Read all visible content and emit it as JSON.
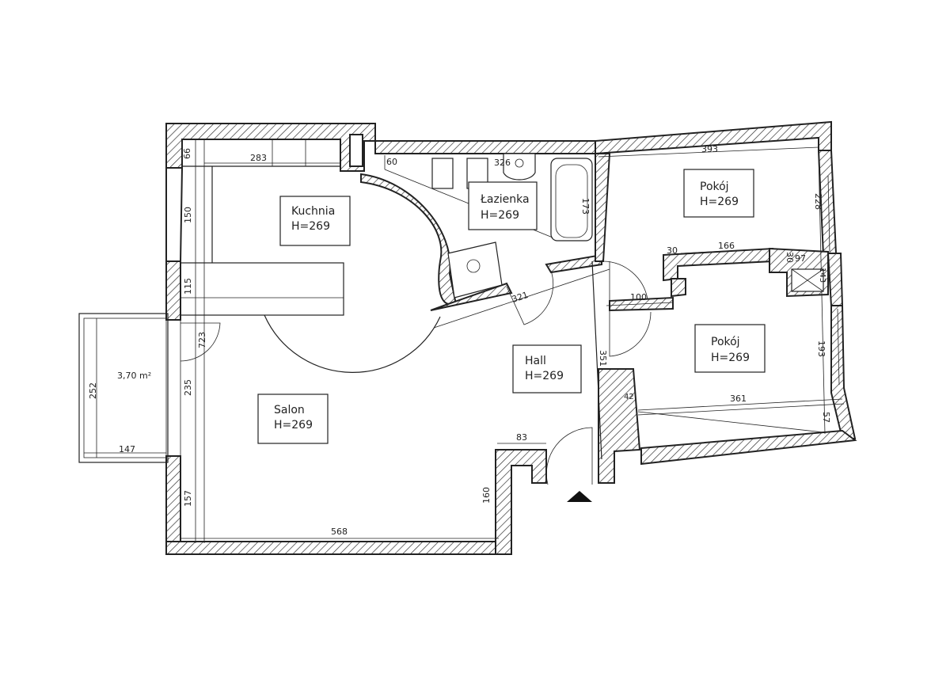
{
  "rooms": {
    "kuchnia": {
      "name": "Kuchnia",
      "height": "H=269"
    },
    "lazienka": {
      "name": "Łazienka",
      "height": "H=269"
    },
    "pokoj1": {
      "name": "Pokój",
      "height": "H=269"
    },
    "pokoj2": {
      "name": "Pokój",
      "height": "H=269"
    },
    "hall": {
      "name": "Hall",
      "height": "H=269"
    },
    "salon": {
      "name": "Salon",
      "height": "H=269"
    }
  },
  "balcony": {
    "area": "3,70 m²"
  },
  "dimensions": {
    "d66": "66",
    "d283": "283",
    "d150": "150",
    "d115": "115",
    "d723": "723",
    "d235": "235",
    "d157": "157",
    "d252": "252",
    "d147": "147",
    "d568": "568",
    "d160": "160",
    "d83": "83",
    "d60": "60",
    "d326": "326",
    "d173": "173",
    "d321": "321",
    "d100": "100",
    "d351": "351",
    "d42": "42",
    "d393": "393",
    "d228": "228",
    "d30a": "30",
    "d166": "166",
    "d30b": "30",
    "d97": "97",
    "d143": "143",
    "d193": "193",
    "d361": "361",
    "d57": "57"
  }
}
